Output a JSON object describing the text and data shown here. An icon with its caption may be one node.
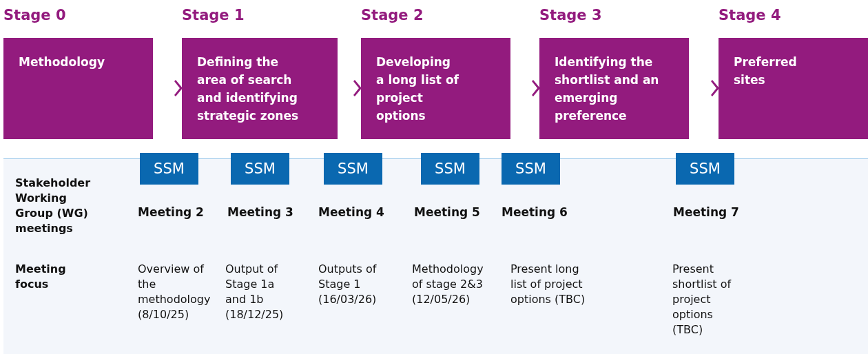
{
  "diagram": {
    "nodes": [
      {
        "text": [
          "Stage 0",
          "Methodology"
        ]
      },
      {
        "text": [
          "Stage 1",
          "Defining the area of search and identifying strategic zones"
        ]
      },
      {
        "text": [
          "Stage 2",
          "Developing a long list of project options"
        ]
      },
      {
        "text": [
          "Stage 3",
          "Identifying the shortlist and an emerging preference"
        ]
      },
      {
        "text": [
          "Stage 4",
          "Preferred sites"
        ]
      },
      {
        "text": [
          "SSM"
        ]
      },
      {
        "text": [
          "SSM"
        ]
      },
      {
        "text": [
          "SSM"
        ]
      },
      {
        "text": [
          "SSM"
        ]
      },
      {
        "text": [
          "SSM"
        ]
      },
      {
        "text": [
          "SSM"
        ]
      }
    ],
    "edges": [
      {
        "from": 0,
        "to": 1,
        "arrow": "to"
      },
      {
        "from": 1,
        "to": 2,
        "arrow": "to"
      },
      {
        "from": 2,
        "to": 3,
        "arrow": "to"
      },
      {
        "from": 3,
        "to": 4,
        "arrow": "to"
      }
    ],
    "labels": [
      "Stakeholder Working Group (WG) meetings",
      "Meeting 2",
      "Meeting 3",
      "Meeting 4",
      "Meeting 5",
      "Meeting 6",
      "Meeting 7",
      "Meeting focus",
      "Overview of the methodology (8/10/25)",
      "Output of Stage 1a and 1b (18/12/25)",
      "Outputs of Stage 1 (16/03/26)",
      "Methodology of stage 2&3 (12/05/26)",
      "Present long list of project options (TBC)",
      "Present shortlist of project options (TBC)"
    ]
  }
}
